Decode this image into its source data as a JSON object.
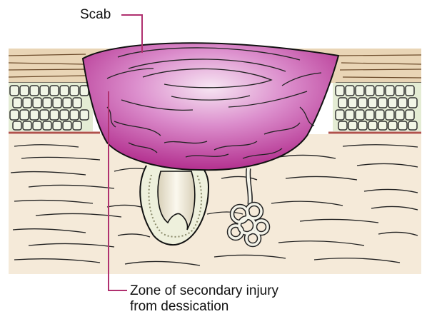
{
  "labels": {
    "scab": "Scab",
    "zone_line1": "Zone of secondary injury",
    "zone_line2": "from dessication"
  },
  "colors": {
    "scab_light": "#f2dcef",
    "scab_mid": "#d77fc6",
    "scab_dark": "#b02c8f",
    "leader_line": "#b0306f",
    "epidermis_cells": "#e4ecd4",
    "dermis": "#f5ead9",
    "outline": "#111111"
  }
}
